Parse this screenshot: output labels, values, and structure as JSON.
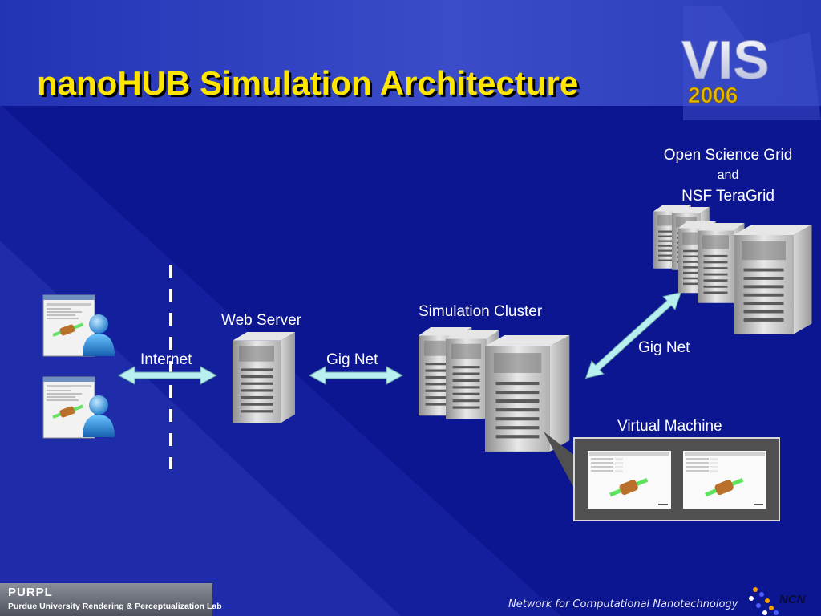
{
  "slide": {
    "title": "nanoHUB Simulation Architecture",
    "logo_text": "VIS",
    "logo_year": "2006"
  },
  "labels": {
    "osg_line1": "Open Science Grid",
    "osg_line2": "and",
    "osg_line3": "NSF TeraGrid",
    "web_server": "Web Server",
    "simulation_cluster": "Simulation Cluster",
    "internet": "Internet",
    "gig_net_left": "Gig Net",
    "gig_net_right": "Gig Net",
    "virtual_machine": "Virtual Machine"
  },
  "footer": {
    "lab_short": "PURPL",
    "lab_full": "Purdue University Rendering & Perceptualization Lab",
    "network": "Network for Computational Nanotechnology",
    "ncn": "NCN"
  },
  "colors": {
    "background": "#0c1690",
    "title": "#ffe600",
    "arrow": "#b8f0f0"
  }
}
